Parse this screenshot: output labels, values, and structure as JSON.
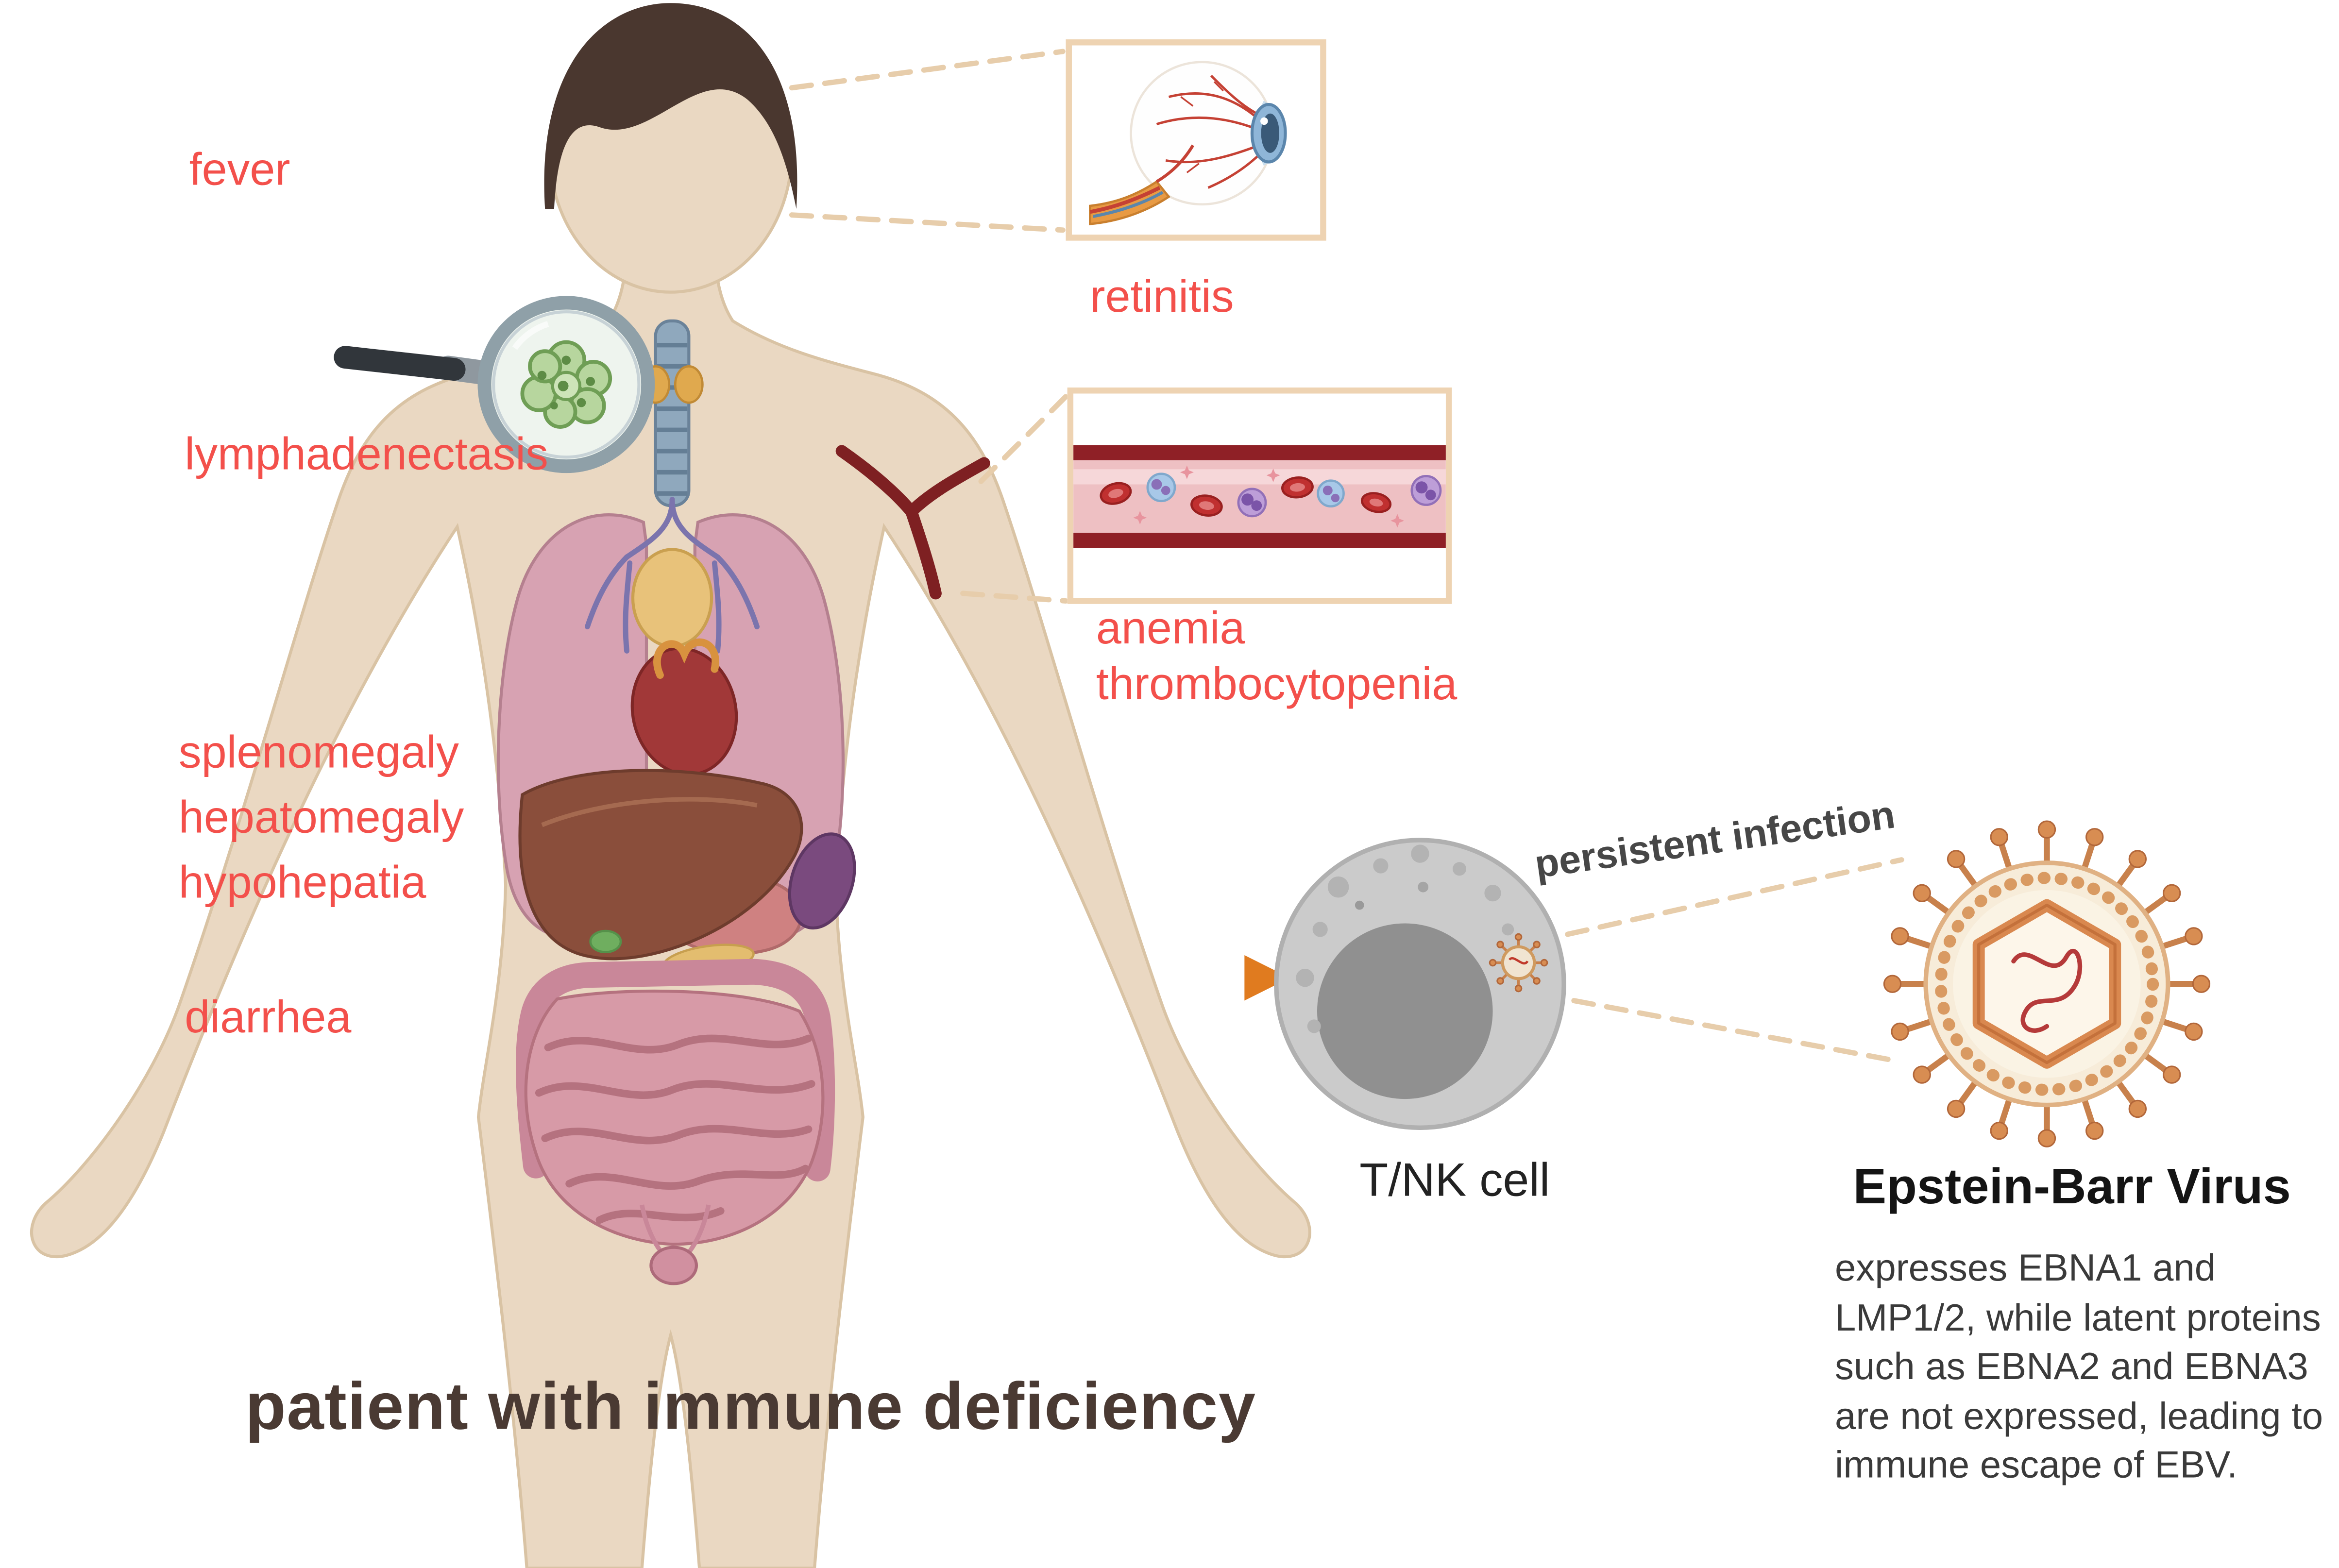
{
  "patient": {
    "caption": "patient with immune deficiency",
    "symptoms": {
      "fever": "fever",
      "lymphadenectasis": "lymphadenectasis",
      "splenomegaly": "splenomegaly",
      "hepatomegaly": "hepatomegaly",
      "hypohepatia": "hypohepatia",
      "diarrhea": "diarrhea"
    }
  },
  "insets": {
    "eye": {
      "label": "retinitis"
    },
    "blood_vessel": {
      "label_line1": "anemia",
      "label_line2": "thrombocytopenia"
    }
  },
  "infection": {
    "persistent_label": "persistent infection",
    "tnk_cell_label": "T/NK cell"
  },
  "virus": {
    "title": "Epstein-Barr Virus",
    "description": "expresses EBNA1 and LMP1/2, while latent proteins such as EBNA2 and EBNA3 are not expressed, leading to immune escape of EBV."
  },
  "icons": {
    "magnifier": "magnifier-lymph-node-icon",
    "eye": "eye-cross-section-illustration",
    "blood_vessel": "blood-vessel-cells-illustration",
    "tnk_cell": "tnk-cell-illustration",
    "ebv": "ebv-virion-illustration",
    "arrow": "orange-arrow-right"
  },
  "colors": {
    "symptom_red": "#f3504b",
    "caption_brown": "#4a3a33",
    "accent_orange": "#e07b1f",
    "inset_border_tan": "#eed3b2",
    "vessel_dark_red": "#8f2026",
    "body_skin": "#ead8c2"
  }
}
